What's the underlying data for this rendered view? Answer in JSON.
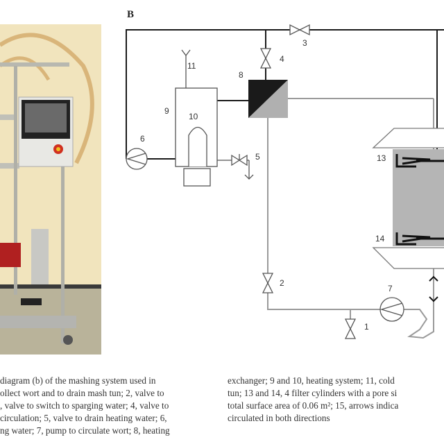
{
  "figure": {
    "panel_label": "B",
    "component_labels": [
      "1",
      "2",
      "3",
      "4",
      "5",
      "6",
      "7",
      "8",
      "9",
      "10",
      "11",
      "13",
      "14"
    ],
    "colors": {
      "pipe_black": "#1a1a1a",
      "pipe_gray": "#9a9a9a",
      "mash": "#b5b5b5",
      "wall": "#f1e4bd"
    }
  },
  "caption": {
    "left_lines": [
      "diagram (b) of the mashing system used in",
      "ollect wort and to drain mash tun; 2, valve to",
      ", valve to switch to sparging water; 4, valve to",
      " circulation; 5, valve to drain heating water; 6,",
      "ng water; 7, pump to circulate wort; 8, heating"
    ],
    "right_lines": [
      "exchanger; 9 and 10, heating system; 11, cold",
      "tun; 13 and 14, 4 filter cylinders with a pore si",
      "total surface area of 0.06 m²; 15, arrows indica",
      "circulated in both directions"
    ]
  }
}
